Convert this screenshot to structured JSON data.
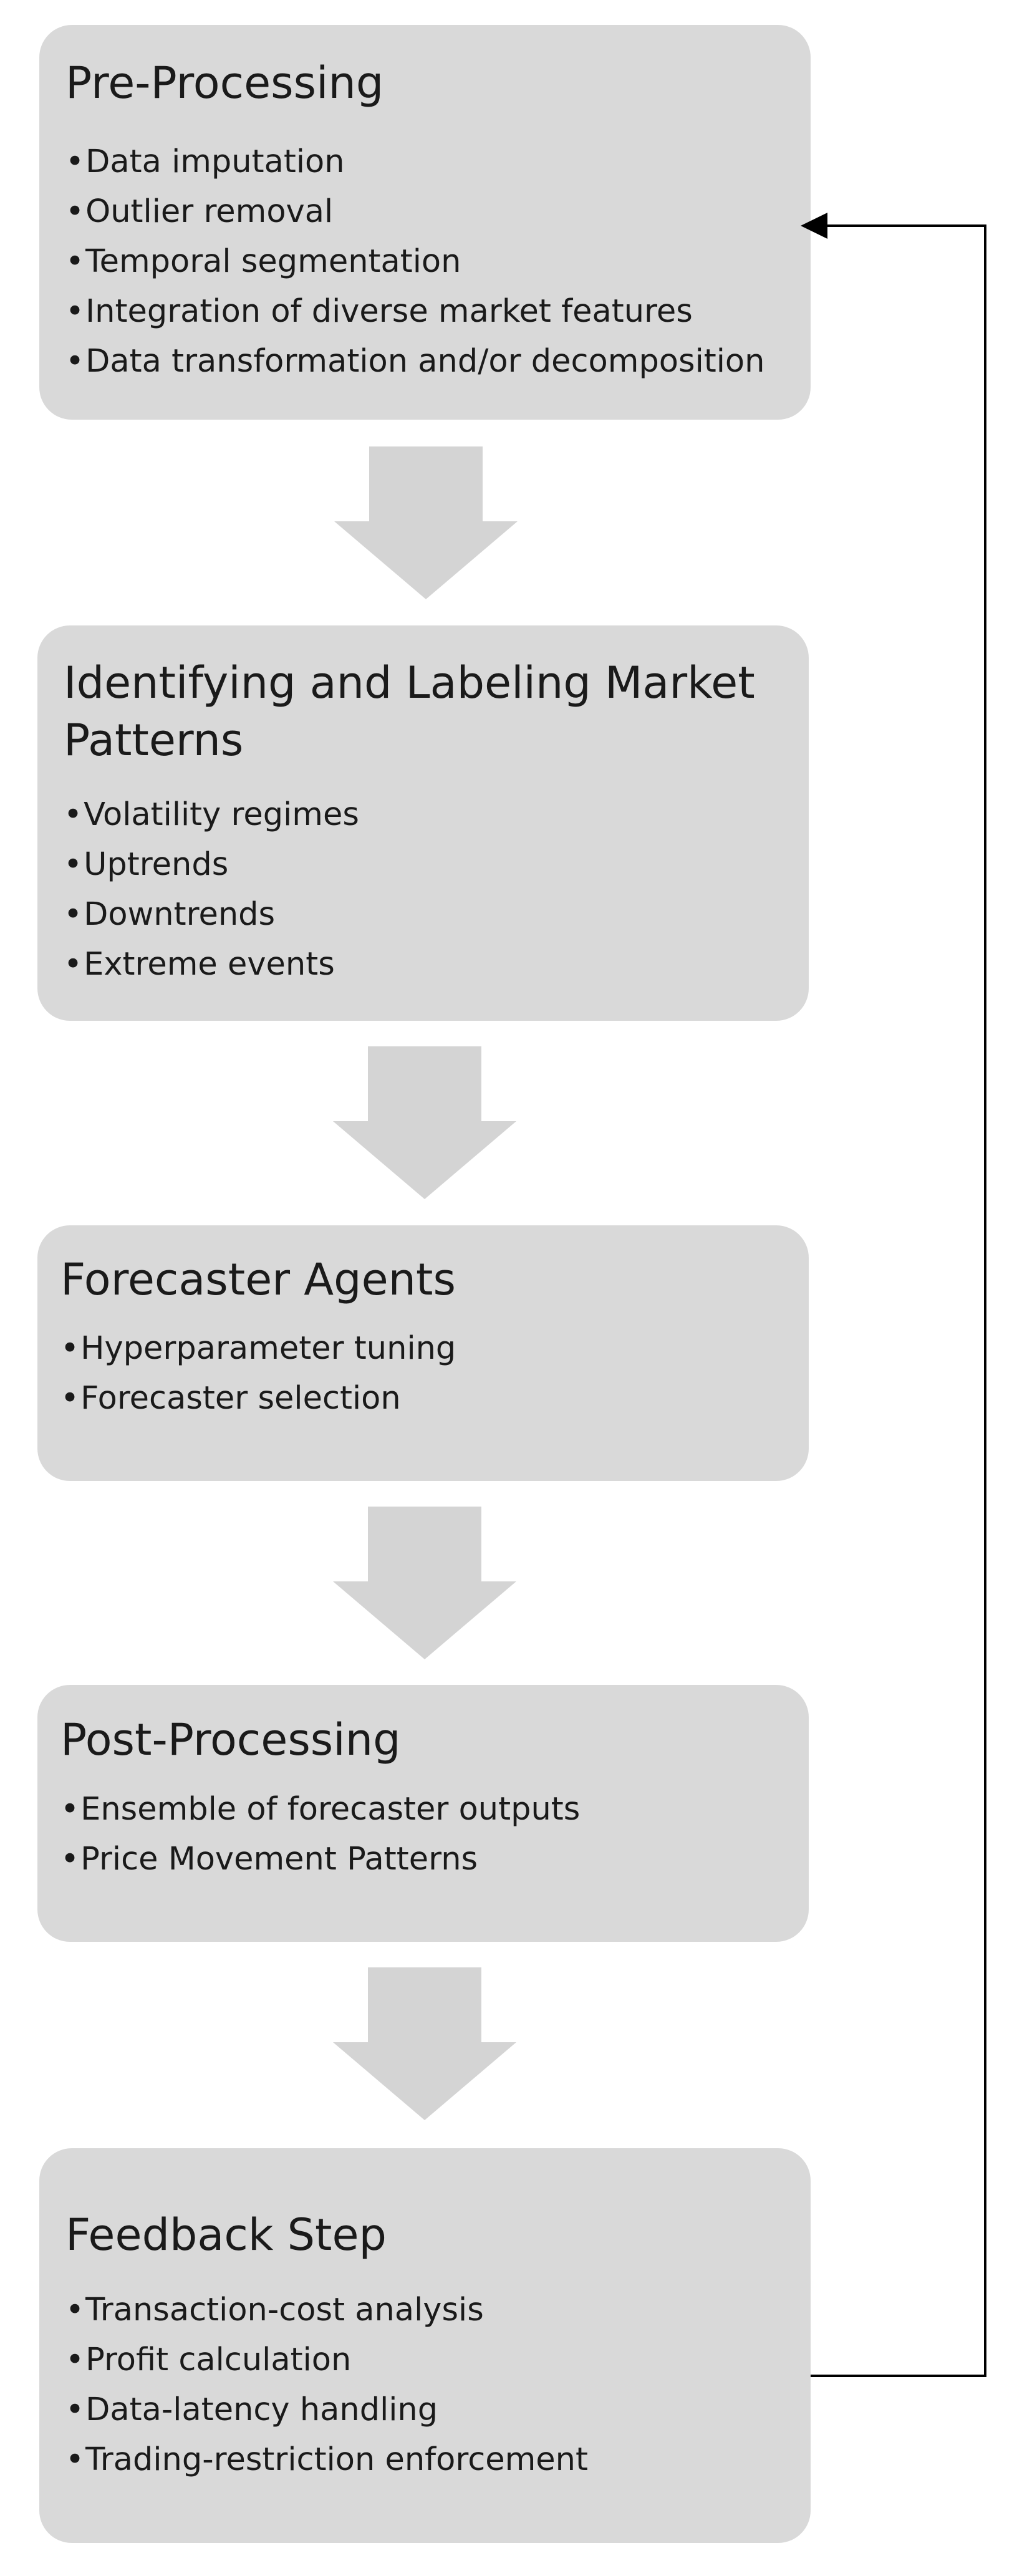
{
  "steps": [
    {
      "title": "Pre-Processing",
      "items": [
        "Data imputation",
        "Outlier removal",
        "Temporal segmentation",
        "Integration of diverse market features",
        "Data transformation and/or decomposition"
      ]
    },
    {
      "title": "Identifying and Labeling Market Patterns",
      "items": [
        "Volatility regimes",
        "Uptrends",
        "Downtrends",
        "Extreme events"
      ]
    },
    {
      "title": "Forecaster Agents",
      "items": [
        "Hyperparameter tuning",
        "Forecaster selection"
      ]
    },
    {
      "title": "Post-Processing",
      "items": [
        "Ensemble of forecaster outputs",
        "Price Movement Patterns"
      ]
    },
    {
      "title": "Feedback Step",
      "items": [
        "Transaction-cost analysis",
        "Profit calculation",
        "Data-latency handling",
        "Trading-restriction enforcement"
      ]
    }
  ],
  "bullet": "•",
  "colors": {
    "box_fill": "#d9d9d9",
    "flow_arrow": "#d4d4d4",
    "loop_line": "#000000",
    "text": "#1a1a1a"
  }
}
